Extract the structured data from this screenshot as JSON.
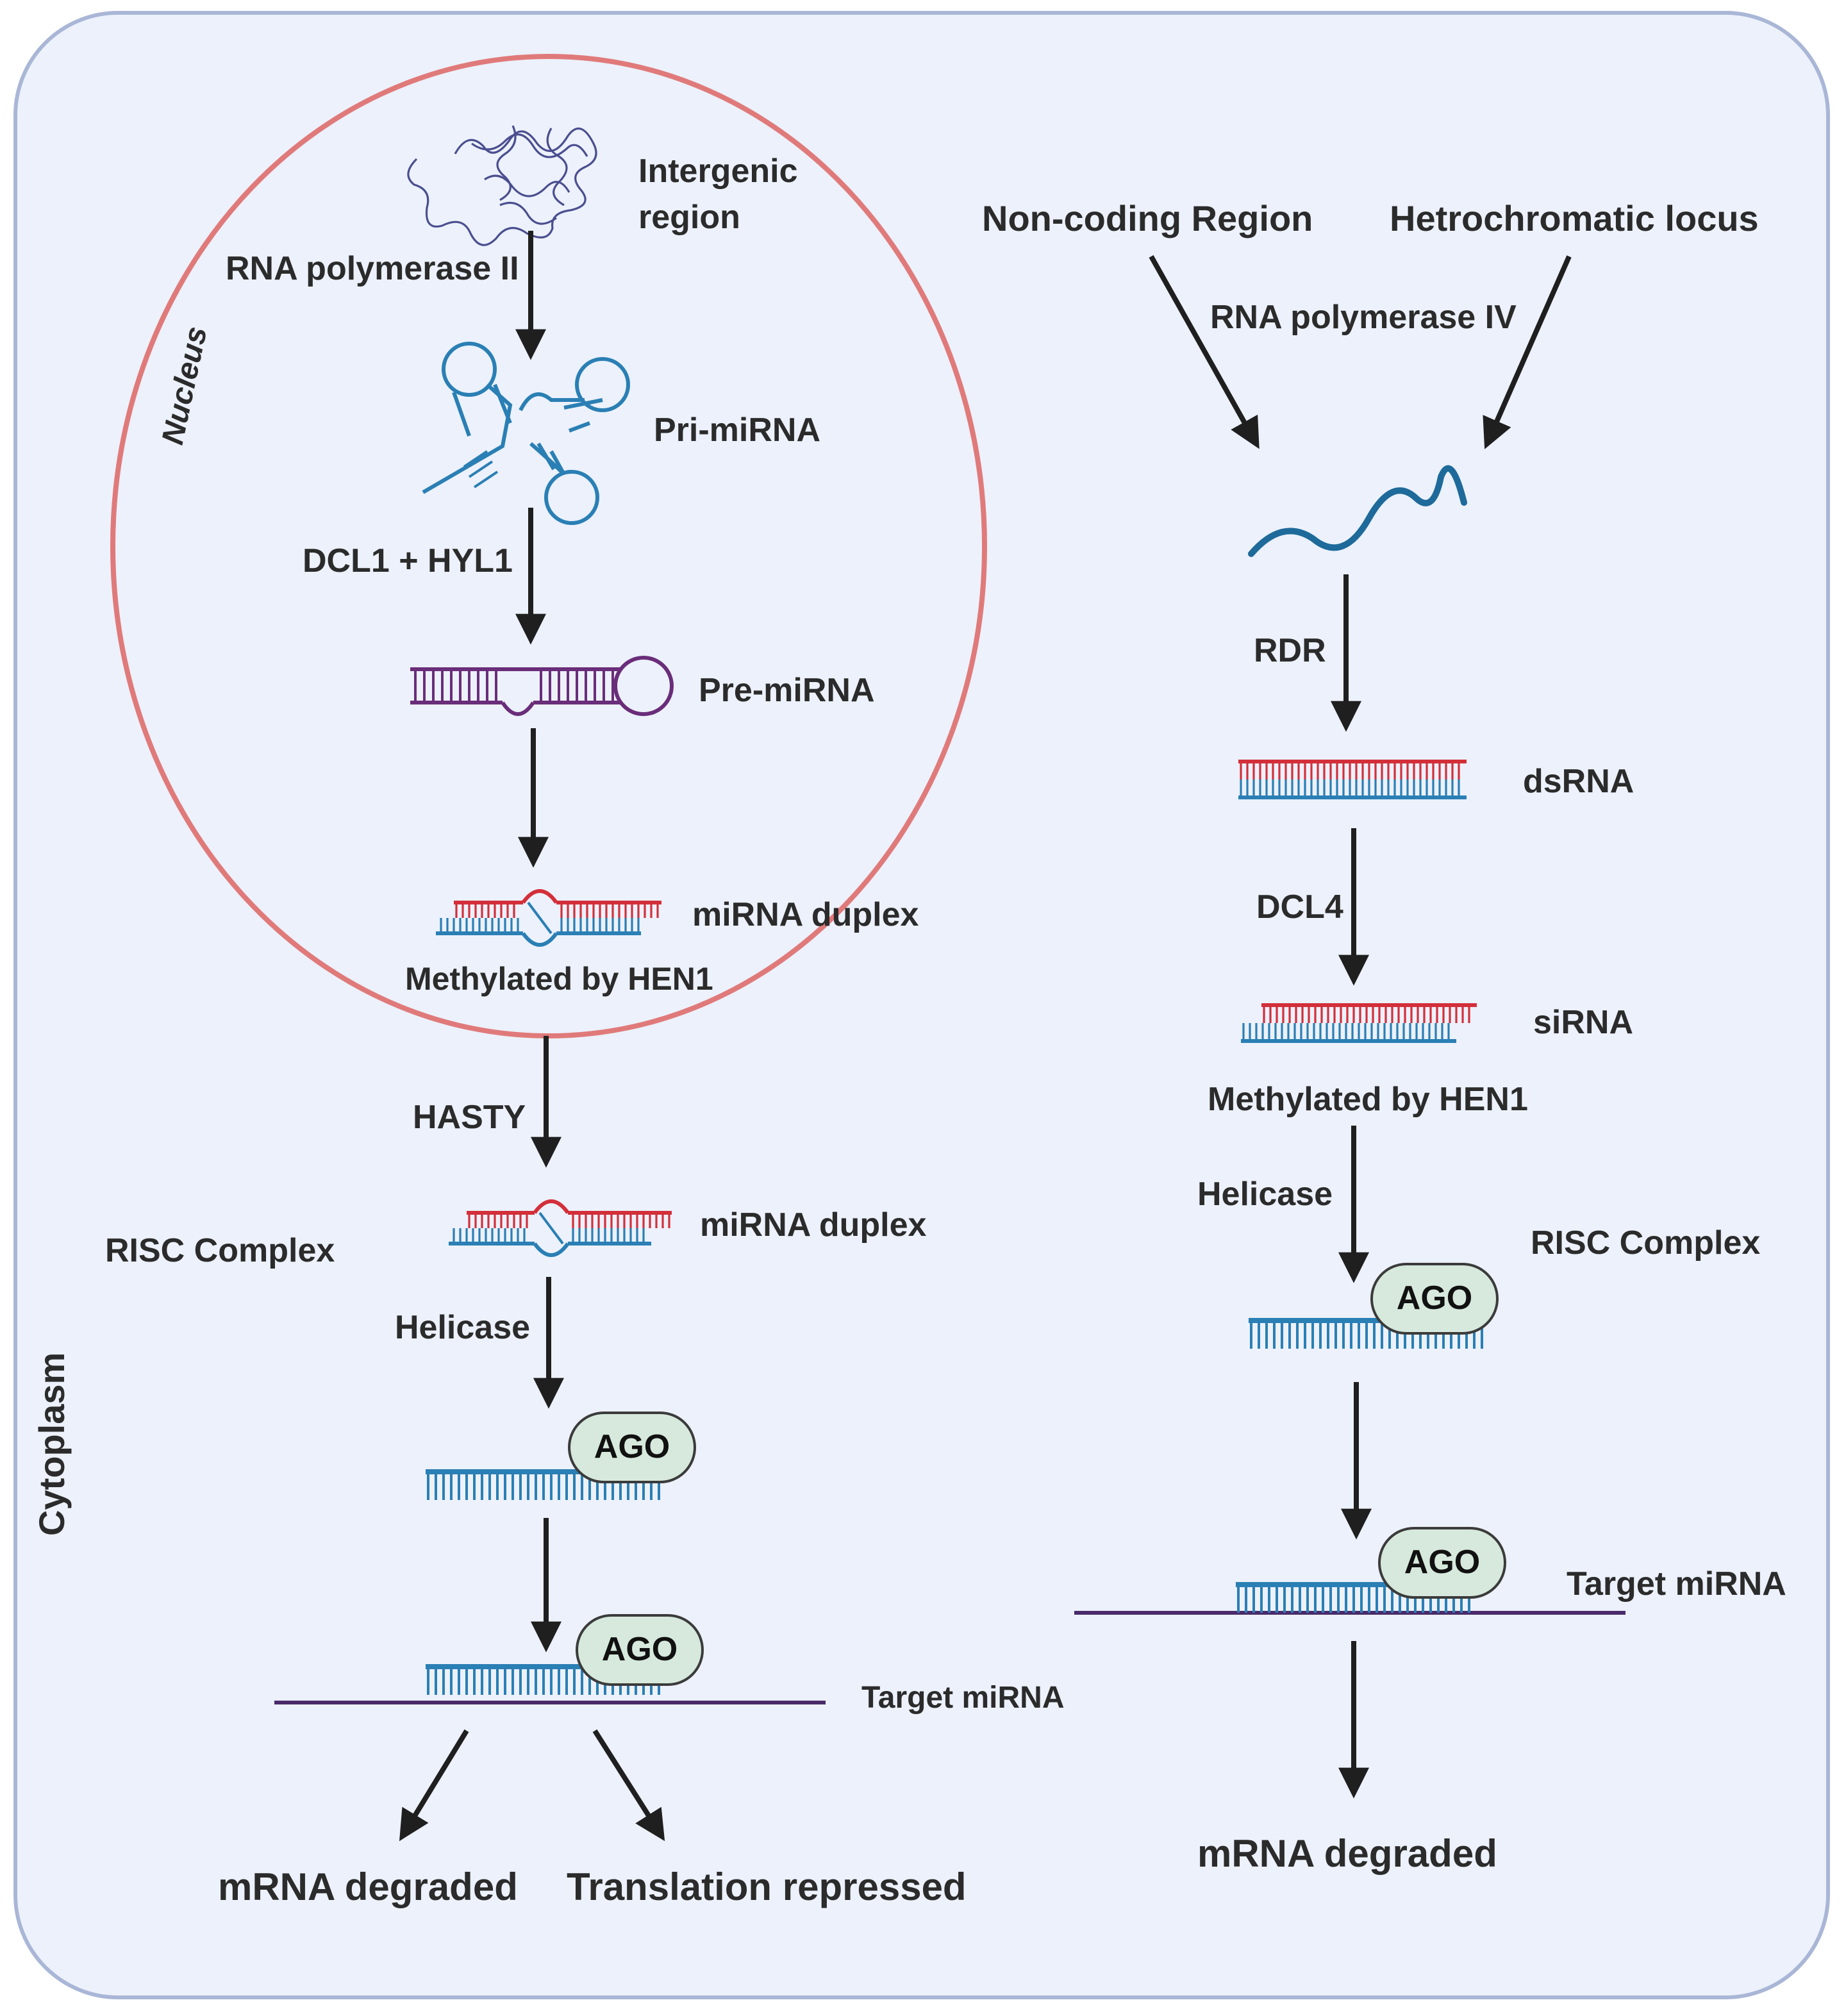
{
  "colors": {
    "background": "#ecf1fb",
    "panel_border": "#a9b6d6",
    "nucleus_border": "#e07a7a",
    "arrow": "#1f1f1f",
    "strand_red": "#d32f3a",
    "strand_blue": "#2a7fb4",
    "pre_mirna_purple": "#6a2d7a",
    "target_line": "#4a2a6a",
    "ago_fill": "#d6e9dc",
    "ago_stroke": "#3b3b3b",
    "dna_icon": "#4a4e8f"
  },
  "compartments": {
    "nucleus": "Nucleus",
    "cytoplasm": "Cytoplasm"
  },
  "mirna_pathway": {
    "intergenic": "Intergenic\nregion",
    "rna_pol2": "RNA polymerase II",
    "pri_mirna": "Pri-miRNA",
    "dcl1_hyl1": "DCL1 + HYL1",
    "pre_mirna": "Pre-miRNA",
    "mirna_duplex_nucleus": "miRNA duplex",
    "methylated": "Methylated by HEN1",
    "hasty": "HASTY",
    "mirna_duplex_cytoplasm": "miRNA duplex",
    "risc_complex": "RISC Complex",
    "helicase": "Helicase",
    "ago_1": "AGO",
    "ago_2": "AGO",
    "target_mirna": "Target miRNA",
    "outcome_degraded": "mRNA degraded",
    "outcome_repressed": "Translation repressed"
  },
  "sirna_pathway": {
    "noncoding": "Non-coding Region",
    "hetrochromatic": "Hetrochromatic locus",
    "rna_pol4": "RNA polymerase IV",
    "rdr": "RDR",
    "dsrna": "dsRNA",
    "dcl4": "DCL4",
    "sirna": "siRNA",
    "methylated": "Methylated by HEN1",
    "helicase": "Helicase",
    "risc_complex": "RISC Complex",
    "ago_1": "AGO",
    "ago_2": "AGO",
    "target_mirna": "Target miRNA",
    "outcome_degraded": "mRNA degraded"
  }
}
